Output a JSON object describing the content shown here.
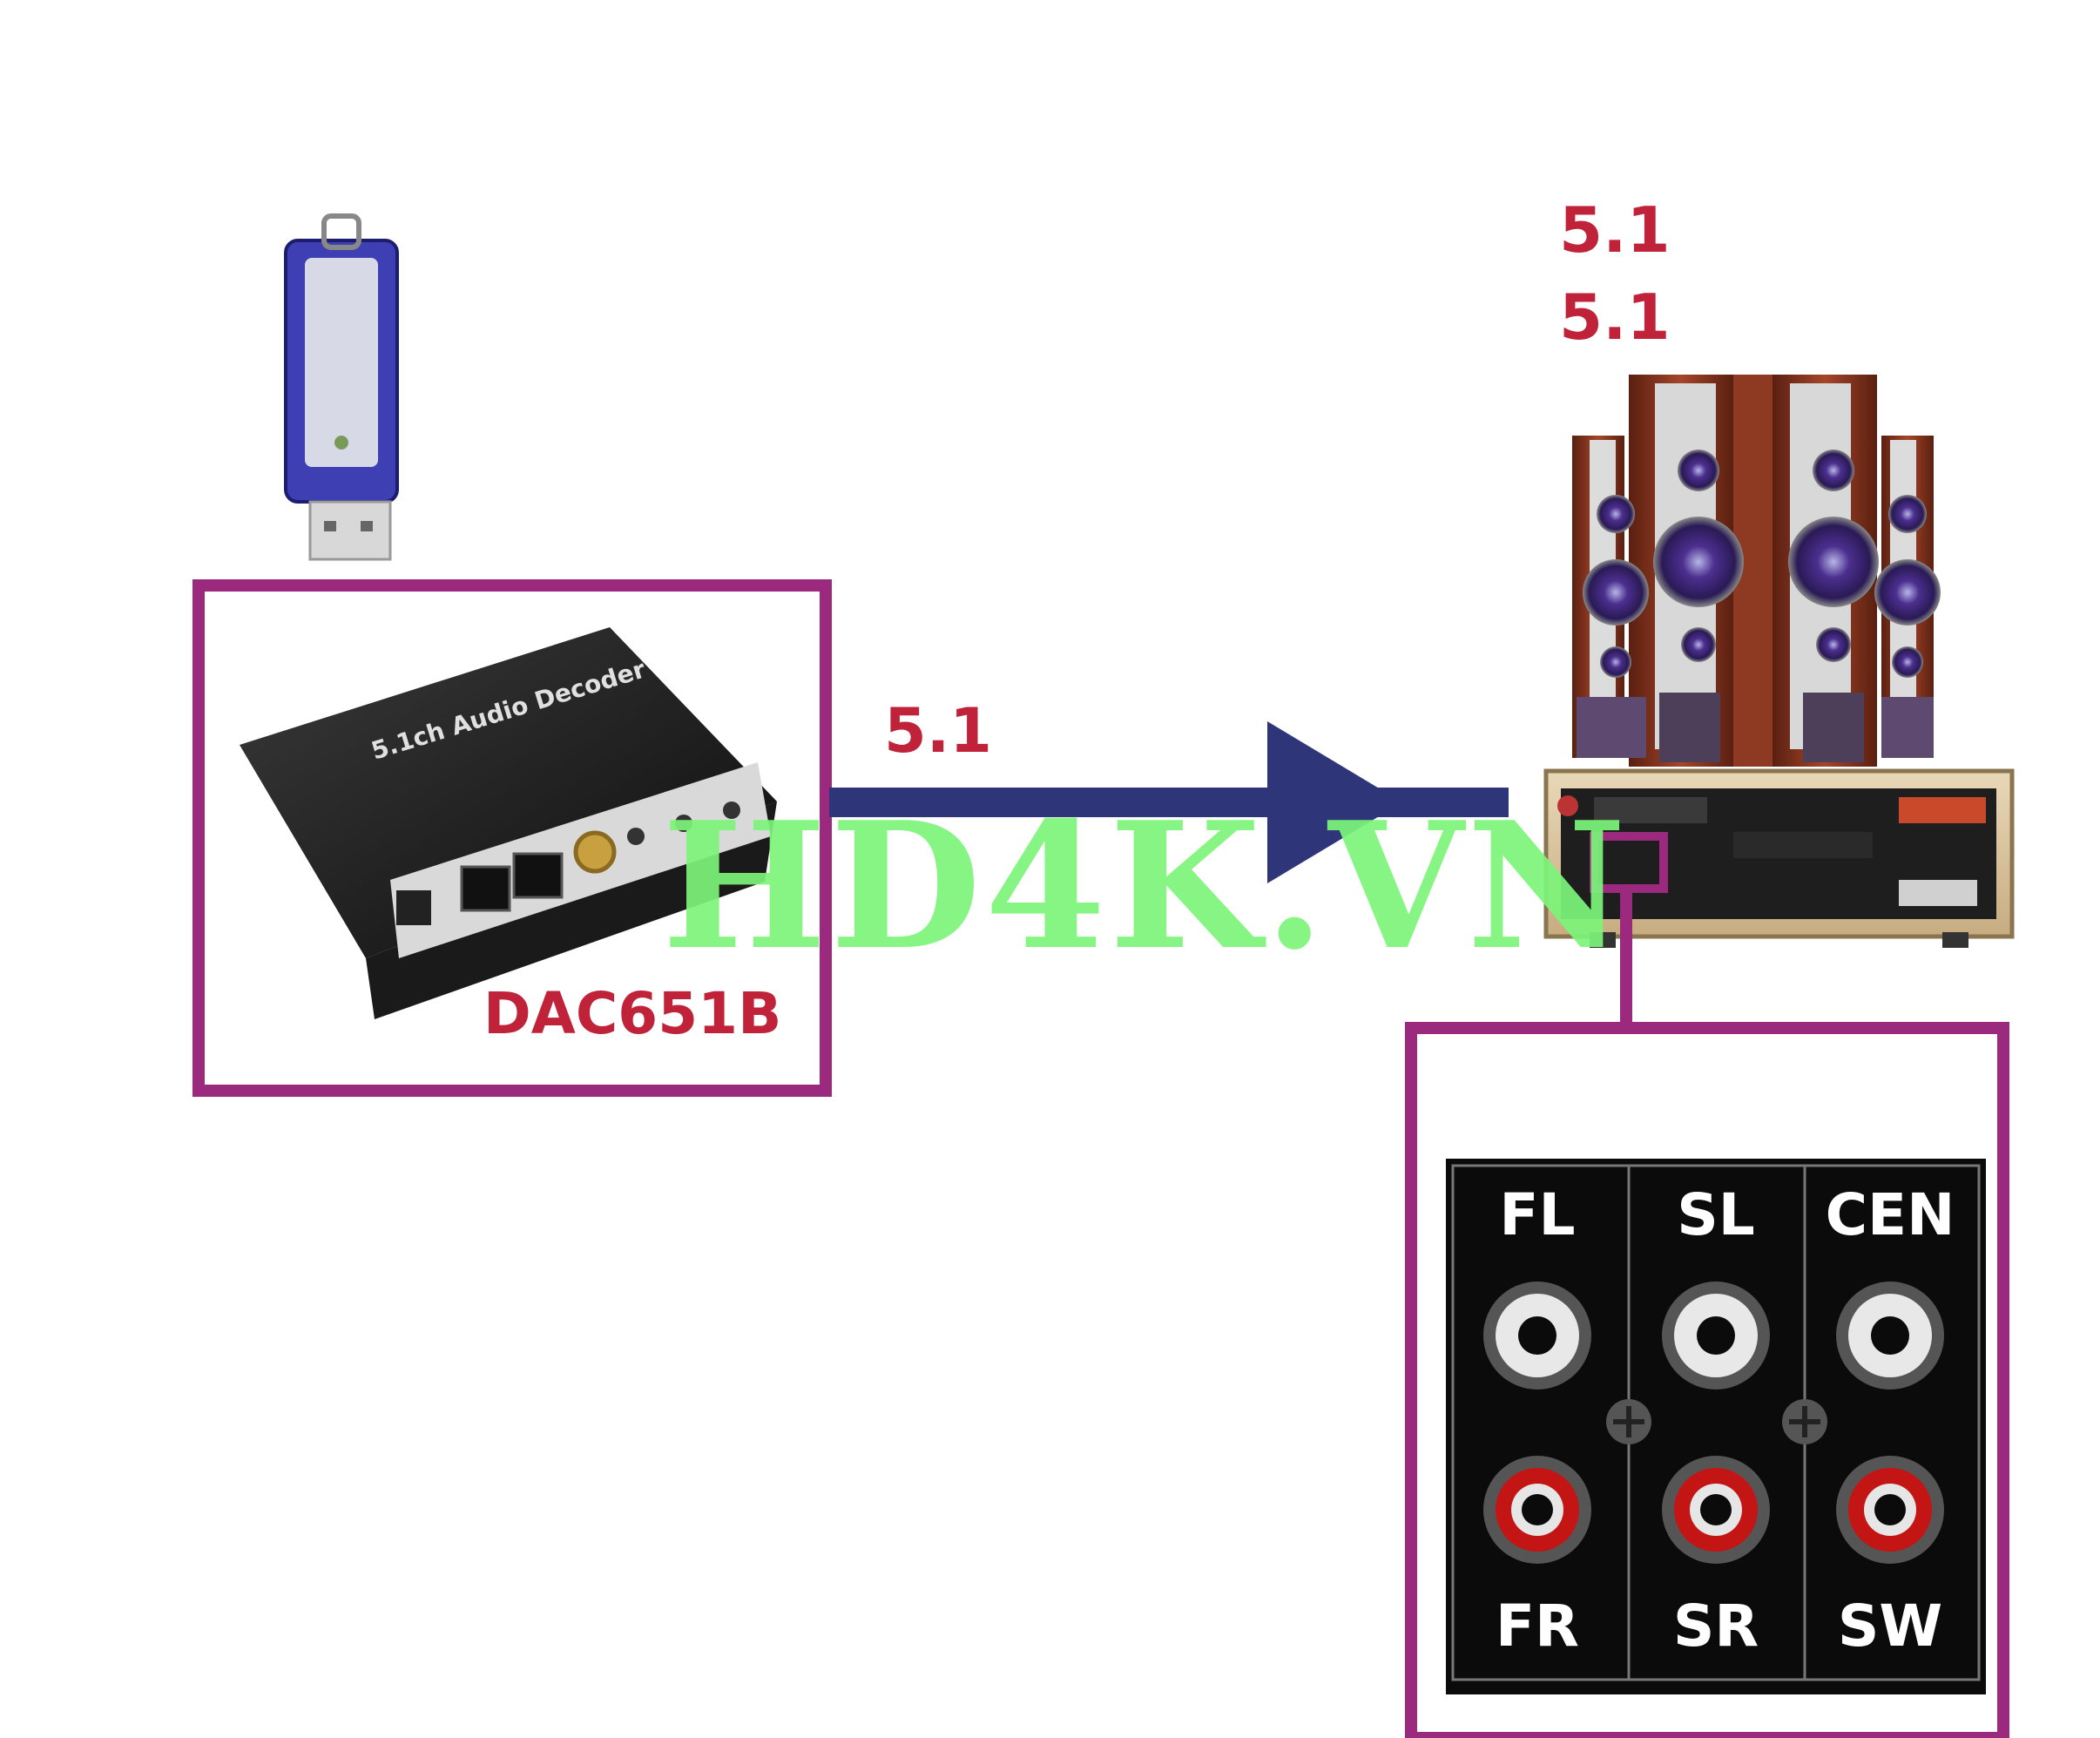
{
  "decoder": {
    "model_label": "DAC651B",
    "faceplate_text": "5.1ch Audio Decoder"
  },
  "usb_drive": {
    "icon": "usb-drive-icon"
  },
  "arrow": {
    "label": "5.1"
  },
  "speakers": {
    "labels": [
      "5.1",
      "5.1"
    ]
  },
  "amplifier": {
    "icon": "amplifier-icon"
  },
  "jack_panel": {
    "top_labels": [
      "FL",
      "SL",
      "CEN"
    ],
    "bottom_labels": [
      "FR",
      "SR",
      "SW"
    ]
  },
  "watermark": "HD4K.VN",
  "colors": {
    "frame": "#9b2a7e",
    "label_red": "#c0223a",
    "arrow": "#2e3579",
    "watermark": "#7cf57a"
  }
}
